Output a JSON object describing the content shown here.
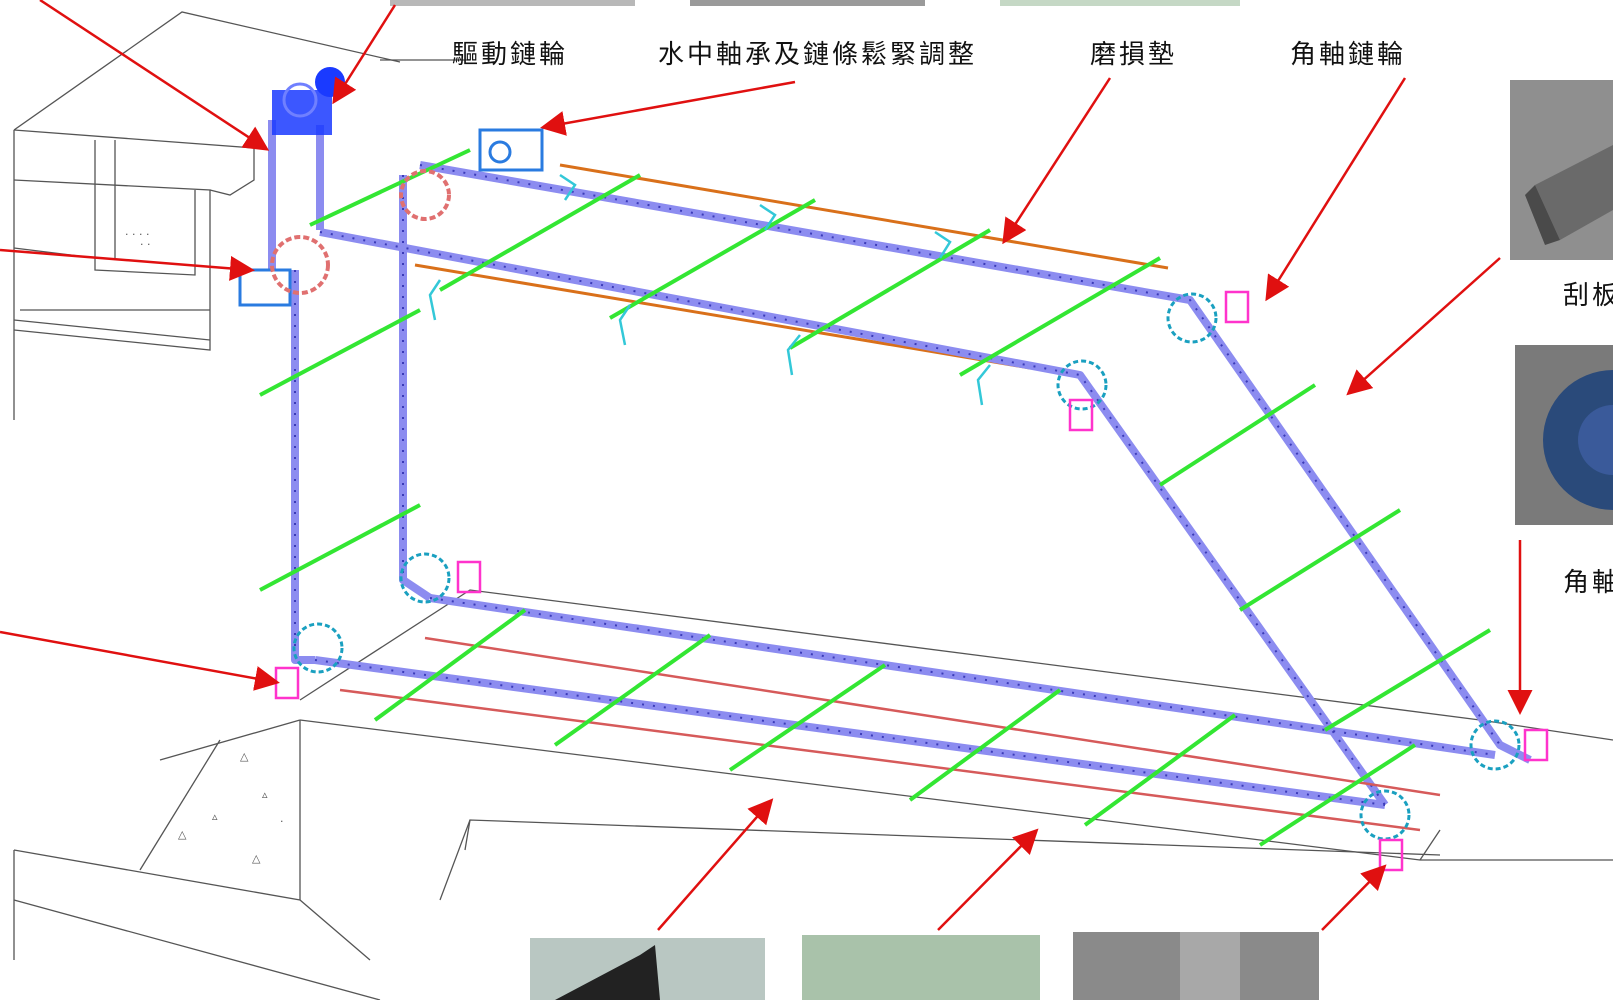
{
  "labels": {
    "drive_sprocket": "驅動鏈輪",
    "underwater_bearing": "水中軸承及鏈條鬆緊調整",
    "wear_pad": "磨損墊",
    "corner_sprocket": "角軸鏈輪",
    "scraper_partial": "刮板",
    "corner_partial": "角軸"
  },
  "colors": {
    "chain": "#8c8cf0",
    "flight": "#33e633",
    "sprocket": "#33c8d8",
    "bracket": "#ff33cc",
    "drive": "#1a3aff",
    "rail_top": "#d9701a",
    "rail_bottom": "#d65a5a",
    "arrow": "#e01010",
    "structure": "#555555"
  }
}
